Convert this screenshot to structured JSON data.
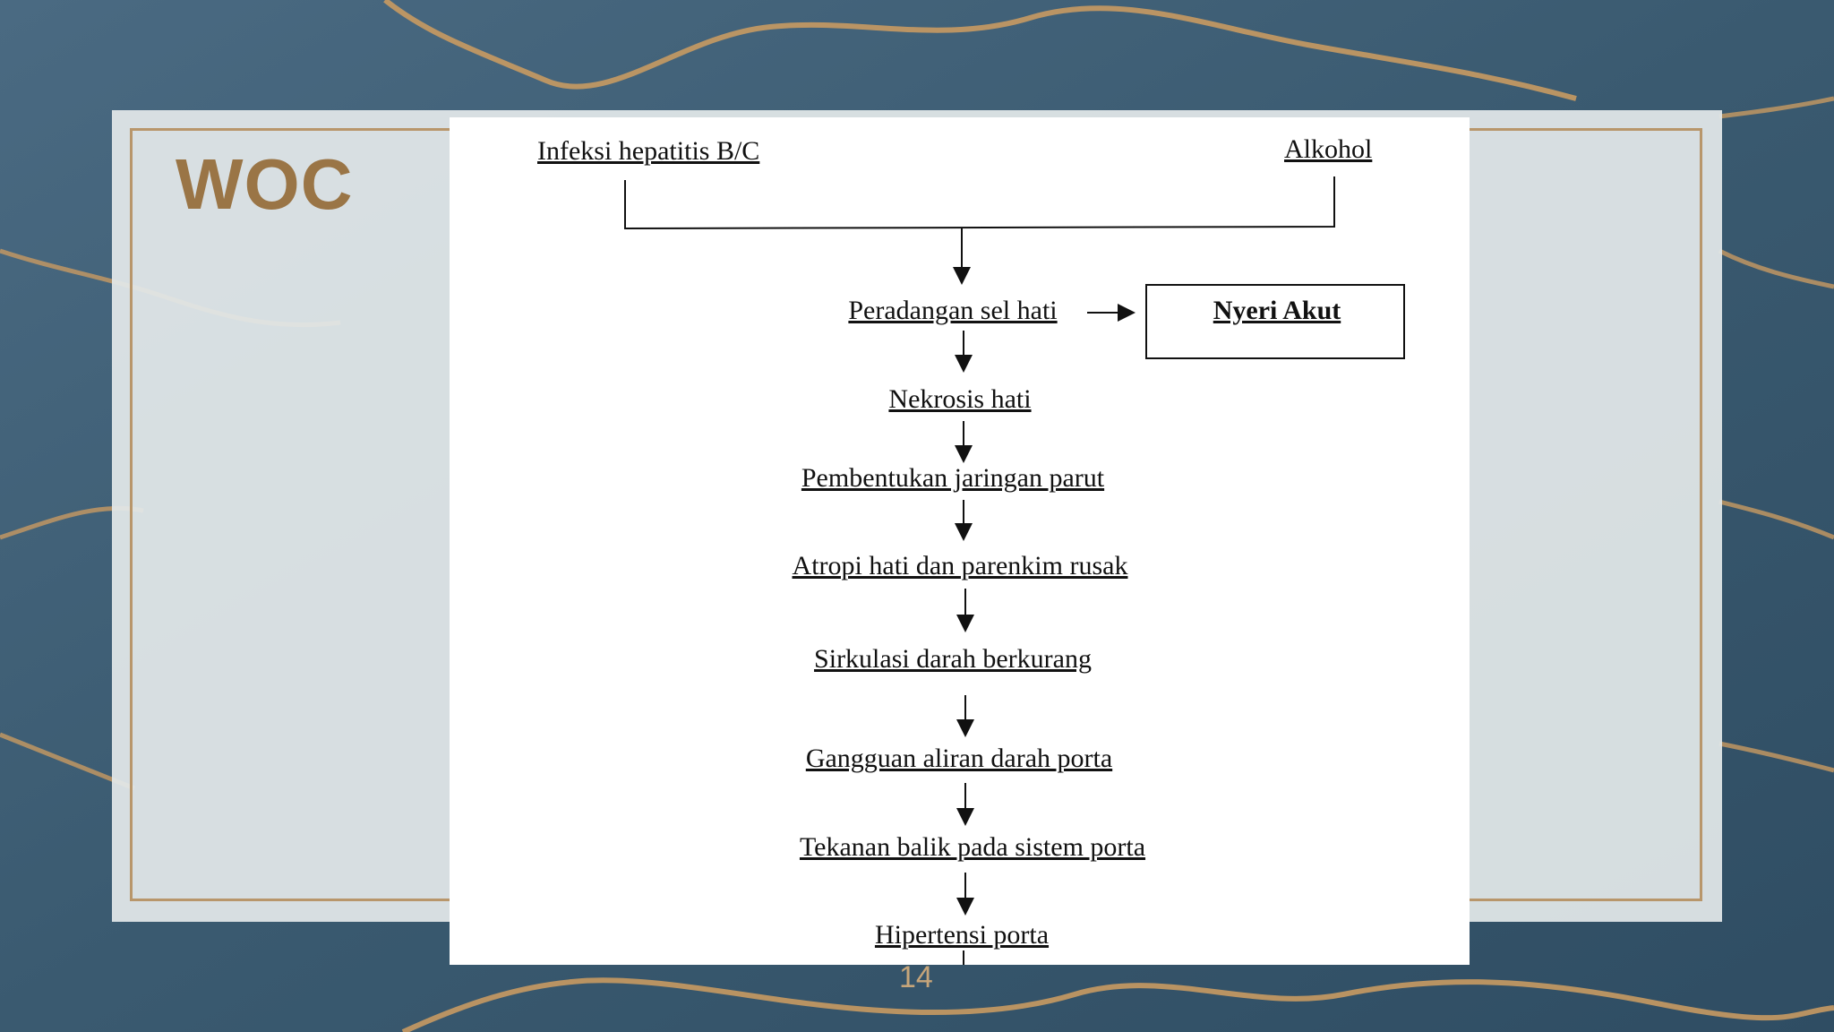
{
  "slide": {
    "title": "WOC",
    "page_number": "14"
  },
  "colors": {
    "title": "#9a7546",
    "frame_border": "#b8966b",
    "background": "#3f5f78",
    "spellcheck_underline": "#d23b3b"
  },
  "diagram": {
    "inputs": {
      "left": "Infeksi hepatitis B/C",
      "right": "Alkohol"
    },
    "steps": [
      "Peradangan sel hati",
      "Nekrosis hati",
      "Pembentukan jaringan parut",
      "Atropi hati dan parenkim rusak",
      "Sirkulasi darah berkurang",
      "Gangguan aliran darah porta",
      "Tekanan balik pada sistem porta",
      "Hipertensi porta"
    ],
    "side_box": "Nyeri Akut"
  }
}
